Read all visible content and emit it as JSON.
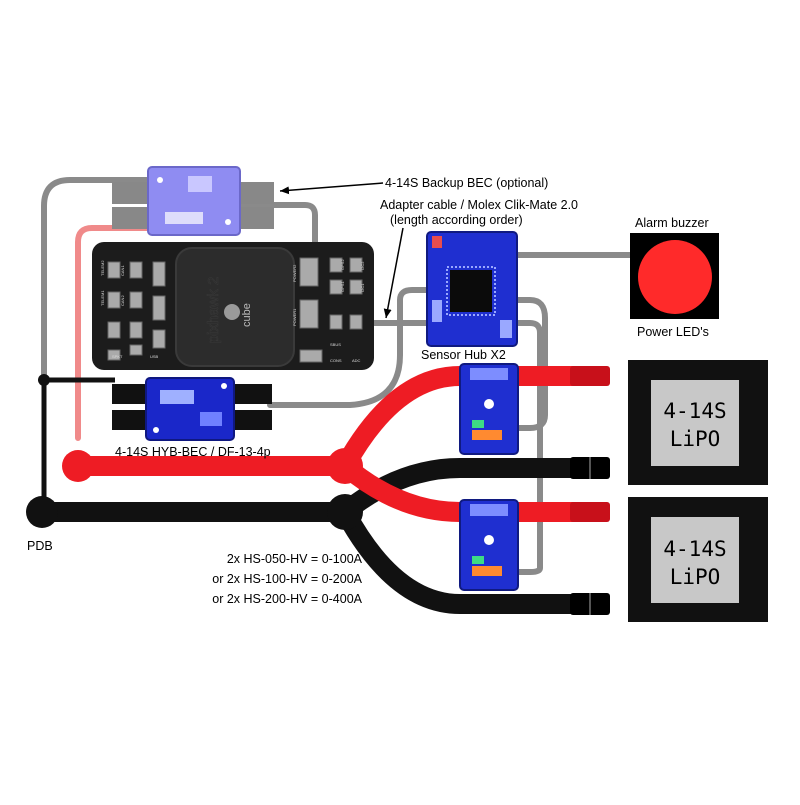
{
  "labels": {
    "backup_bec": "4-14S Backup BEC (optional)",
    "adapter_line1": "Adapter cable / Molex Clik-Mate 2.0",
    "adapter_line2": "(length according order)",
    "alarm_buzzer": "Alarm buzzer",
    "power_leds": "Power LED's",
    "sensor_hub": "Sensor Hub X2",
    "hyb_bec": "4-14S HYB-BEC / DF-13-4p",
    "pdb": "PDB",
    "sensor_options": [
      "2x HS-050-HV = 0-100A",
      "or 2x HS-100-HV = 0-200A",
      "or 2x HS-200-HV = 0-400A"
    ]
  },
  "flight_controller": {
    "brand": "cube",
    "model": "pixhawk 2",
    "port_labels": [
      "POWER2",
      "POWER1",
      "I2C2",
      "I2C1",
      "GPS2",
      "GPS1",
      "TELEM2",
      "TELEM1",
      "SBUS",
      "CONS",
      "ADC",
      "SPKT",
      "USB",
      "CAN1",
      "CAN2"
    ]
  },
  "batteries": [
    {
      "line1": "4-14S",
      "line2": "LiPO"
    },
    {
      "line1": "4-14S",
      "line2": "LiPO"
    }
  ],
  "colors": {
    "positive_wire": "#ee1c24",
    "negative_wire": "#111111",
    "signal_wire": "#8a8a8a",
    "bec_backup": "#8f8cf2",
    "bec_main": "#1a27c9",
    "sensor_board": "#1f2fd0",
    "buzzer": "#ff2a2a",
    "fc_body": "#1c1c1c"
  }
}
